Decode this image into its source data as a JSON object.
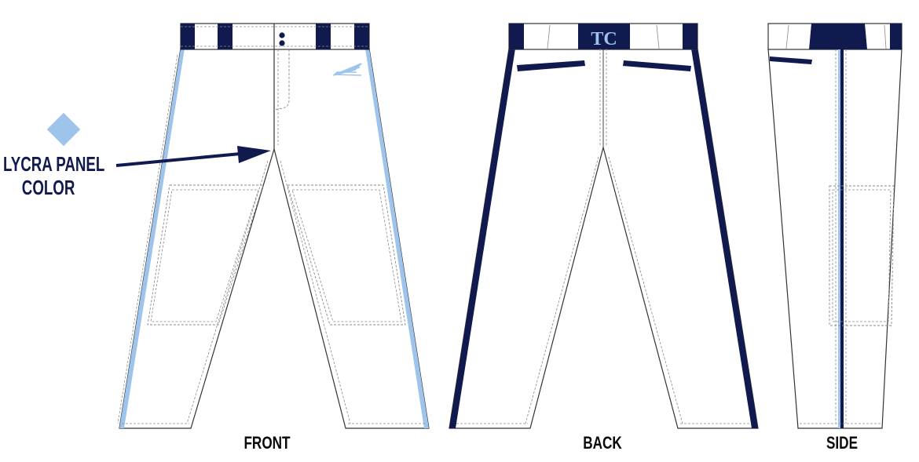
{
  "labels": {
    "front": "FRONT",
    "back": "BACK",
    "side": "SIDE",
    "callout_line1": "LYCRA PANEL",
    "callout_line2": "COLOR"
  },
  "monogram": "TC",
  "colors": {
    "navy": "#101a4e",
    "light_blue": "#9ec4ec",
    "outline": "#333333",
    "stitch": "#8a8a8a",
    "fabric": "#ffffff"
  },
  "icons": {
    "swatch": "diamond-swatch-icon",
    "logo": "wing-logo-icon",
    "arrow": "arrow-right-icon"
  }
}
